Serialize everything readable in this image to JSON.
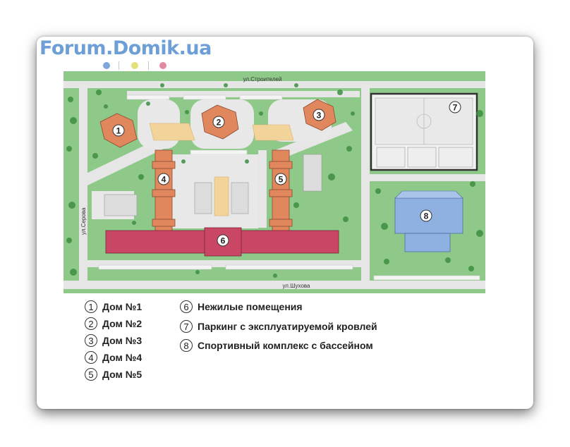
{
  "logo": {
    "text": "Forum.Domik.ua",
    "color": "#6d9fd6",
    "dot_colors": [
      "#7ea6d8",
      "#e3e07a",
      "#e28aa0"
    ]
  },
  "streets": {
    "north": "ул.Строителей",
    "south": "ул.Шухова",
    "west": "ул.Серова"
  },
  "map_labels": {
    "b1": "1",
    "b2": "2",
    "b3": "3",
    "b4": "4",
    "b5": "5",
    "b6": "6",
    "b7": "7",
    "b8": "8"
  },
  "colors": {
    "grass": "#8fc98a",
    "road": "#e4e4e4",
    "residential": "#e0875e",
    "nonresidential": "#c94665",
    "parking": "#f2f2f2",
    "sports": "#8fb1e2",
    "playground": "#f3d79a"
  },
  "legend": [
    {
      "num": "1",
      "label": "Дом №1"
    },
    {
      "num": "2",
      "label": "Дом №2"
    },
    {
      "num": "3",
      "label": "Дом №3"
    },
    {
      "num": "4",
      "label": "Дом №4"
    },
    {
      "num": "5",
      "label": "Дом №5"
    },
    {
      "num": "6",
      "label": "Нежилые помещения"
    },
    {
      "num": "7",
      "label": "Паркинг с эксплуатируемой кровлей"
    },
    {
      "num": "8",
      "label": "Спортивный комплекс с бассейном"
    }
  ]
}
